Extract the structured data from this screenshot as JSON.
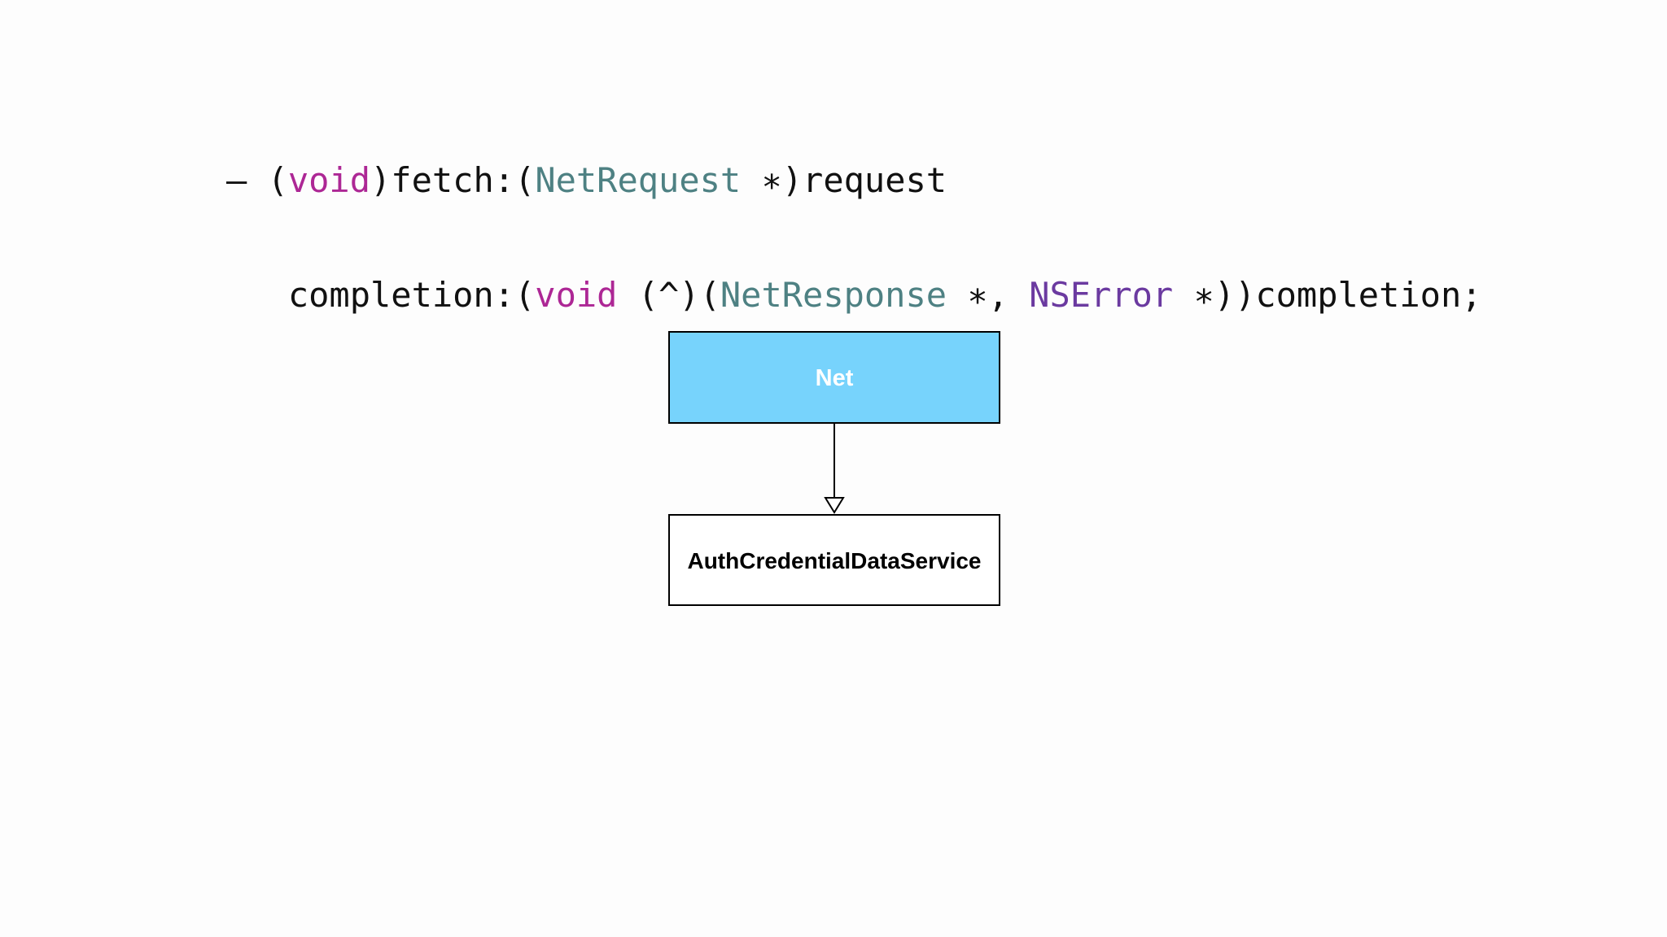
{
  "code": {
    "line1": {
      "t1": "– (",
      "t2": "void",
      "t3": ")fetch:(",
      "t4": "NetRequest",
      "t5": " ∗)request"
    },
    "line2": {
      "t1": "   completion:(",
      "t2": "void",
      "t3": " (^)(",
      "t4": "NetResponse",
      "t5": " ∗, ",
      "t6": "NSError",
      "t7": " ∗))completion;"
    }
  },
  "diagram": {
    "nodes": [
      {
        "label": "Net",
        "fill": "#77d3fc",
        "text_color": "#ffffff"
      },
      {
        "label": "AuthCredentialDataService",
        "fill": "#ffffff",
        "text_color": "#000000"
      }
    ],
    "edge": {
      "from": "Net",
      "to": "AuthCredentialDataService",
      "arrow": "hollow-triangle"
    }
  },
  "colors": {
    "keyword": "#ad2795",
    "type": "#4e8183",
    "system_type": "#6b3aa0",
    "code_text": "#111111",
    "background": "#fdfdfd"
  }
}
